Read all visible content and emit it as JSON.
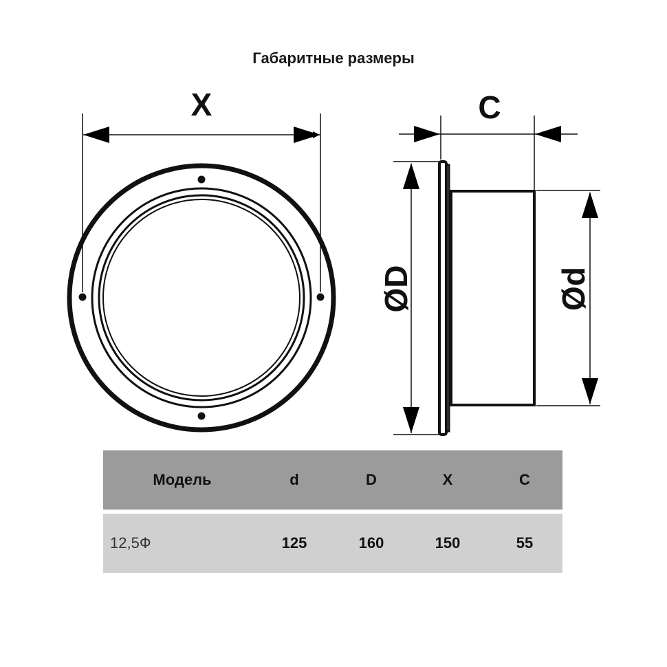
{
  "title": "Габаритные размеры",
  "drawing": {
    "front_dimension_label": "X",
    "side_width_label": "C",
    "outer_diameter_label": "ØD",
    "inner_diameter_label": "Ød"
  },
  "table": {
    "headers": [
      "Модель",
      "d",
      "D",
      "X",
      "C"
    ],
    "rows": [
      [
        "12,5Ф",
        "125",
        "160",
        "150",
        "55"
      ]
    ]
  }
}
